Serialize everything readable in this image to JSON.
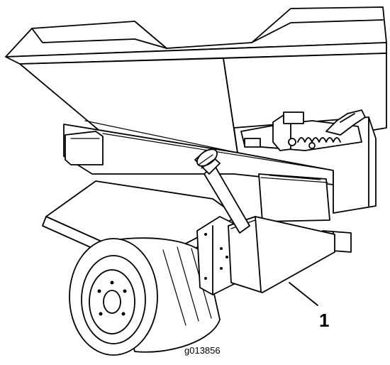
{
  "figure": {
    "callouts": [
      {
        "label": "1",
        "part": "tank"
      }
    ],
    "figure_id": "g013856"
  }
}
